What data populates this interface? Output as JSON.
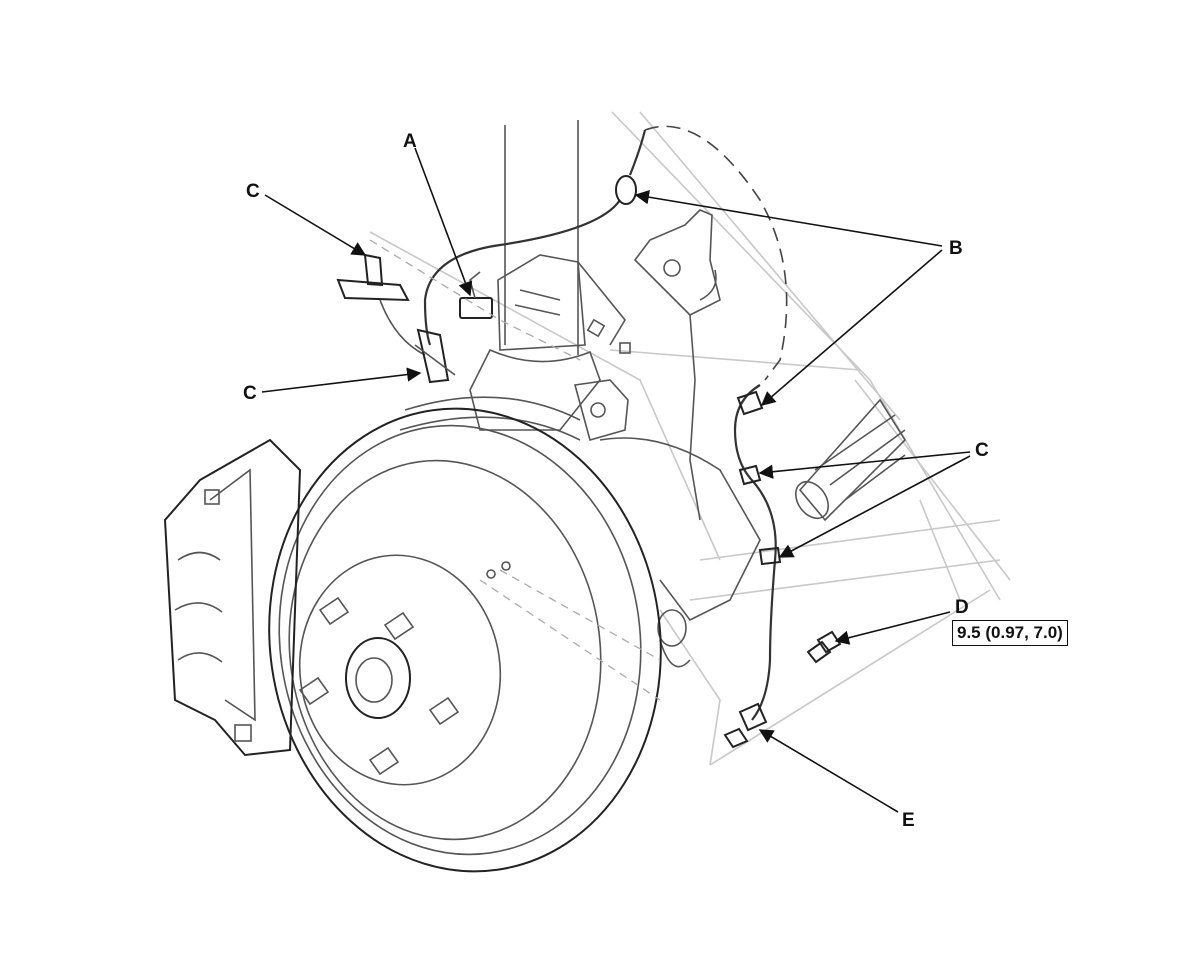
{
  "diagram": {
    "callouts": {
      "A": "A",
      "B": "B",
      "C_top": "C",
      "C_mid": "C",
      "C_right": "C",
      "D": "D",
      "E": "E"
    },
    "torque_spec": "9.5 (0.97, 7.0)"
  },
  "colors": {
    "line_art": "#555555",
    "ghost_lines": "#c8c8c8",
    "labels": "#111111"
  }
}
